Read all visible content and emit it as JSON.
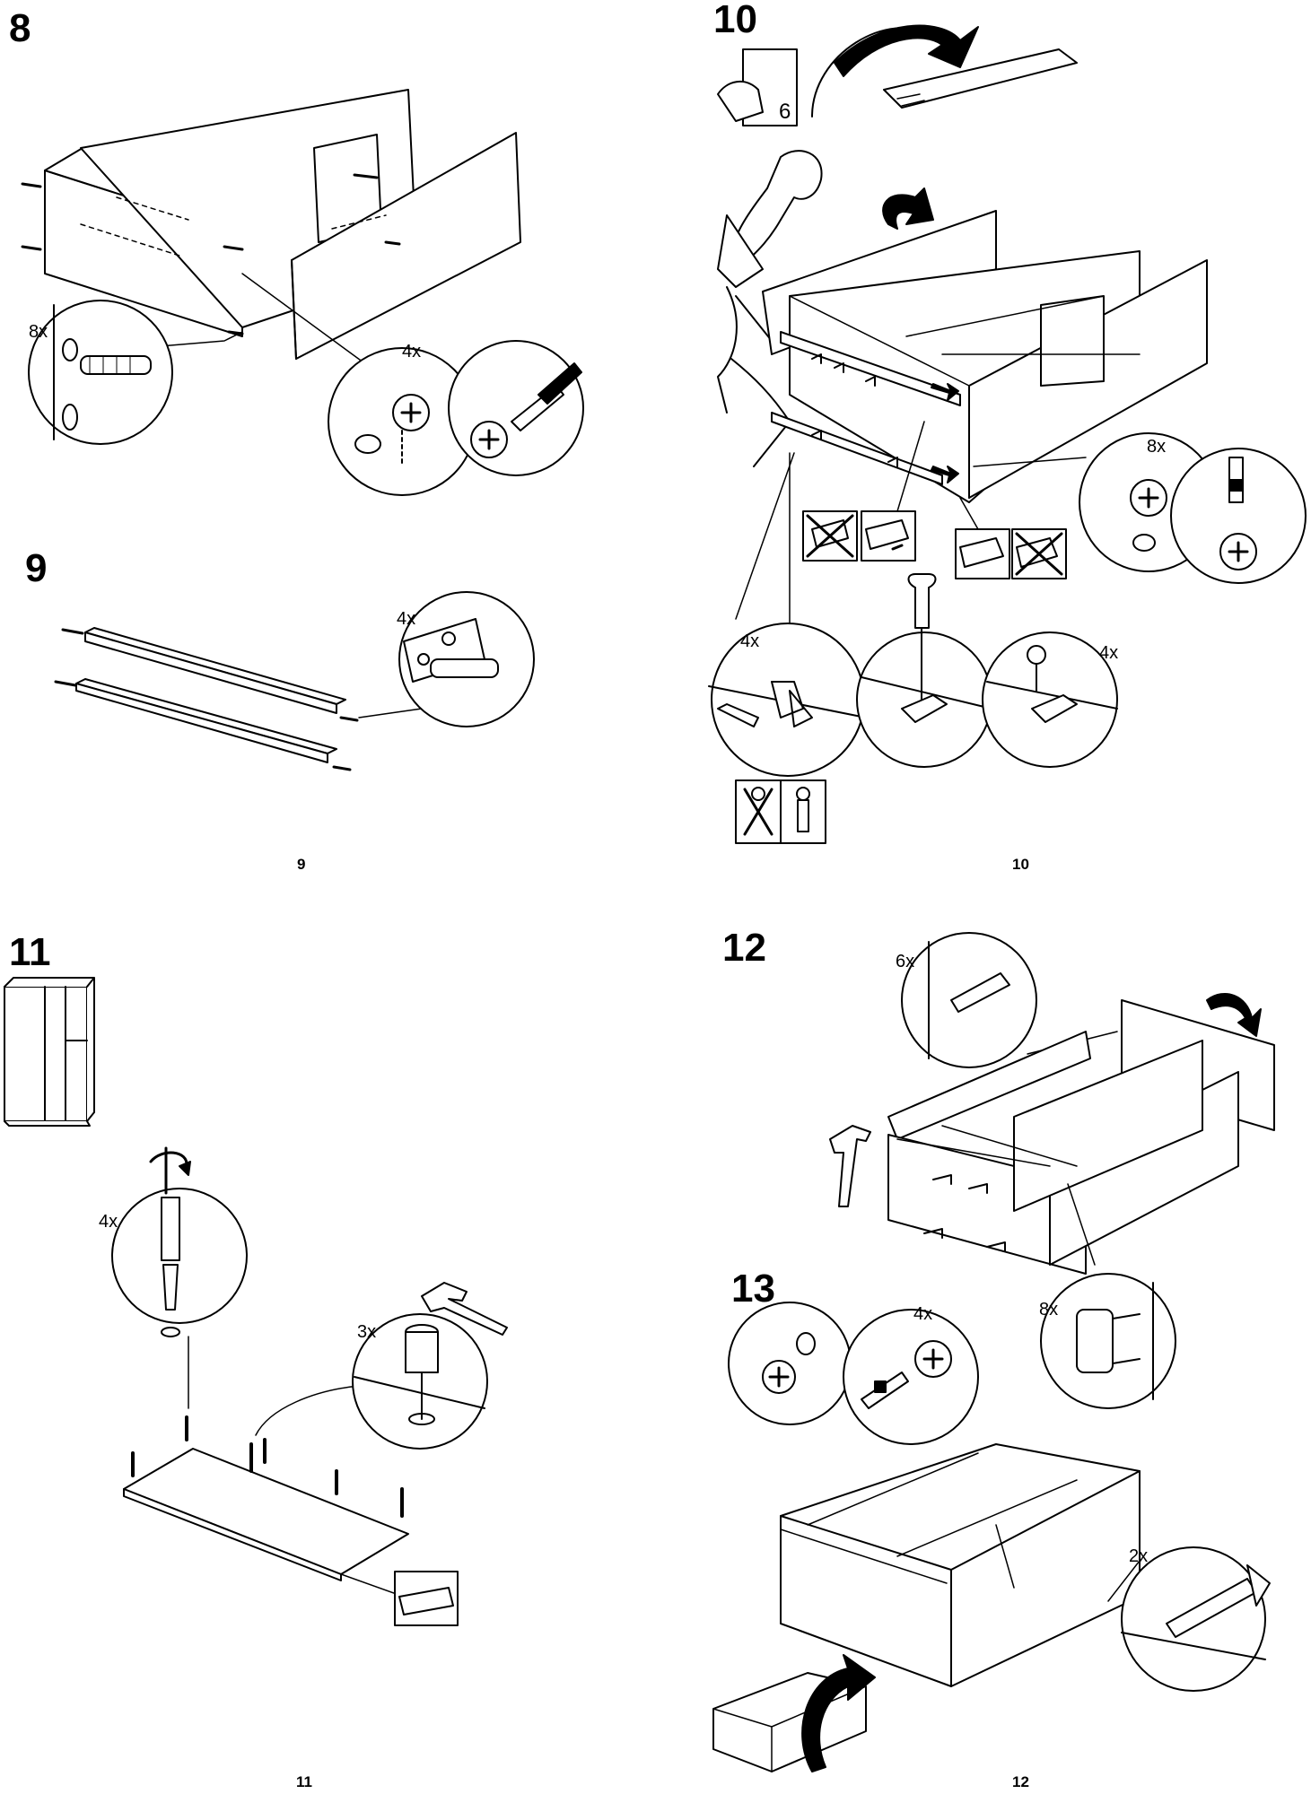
{
  "steps": [
    {
      "number": "8",
      "quantities": [
        "8x",
        "4x"
      ]
    },
    {
      "number": "9",
      "quantities": [
        "4x"
      ]
    },
    {
      "number": "10",
      "page_badge": "6",
      "quantities": [
        "8x",
        "4x",
        "4x"
      ]
    },
    {
      "number": "11",
      "quantities": [
        "4x",
        "3x"
      ]
    },
    {
      "number": "12",
      "quantities": [
        "6x",
        "8x"
      ]
    },
    {
      "number": "13",
      "quantities": [
        "4x",
        "2x"
      ]
    }
  ],
  "page_numbers": [
    "9",
    "10",
    "11",
    "12"
  ]
}
